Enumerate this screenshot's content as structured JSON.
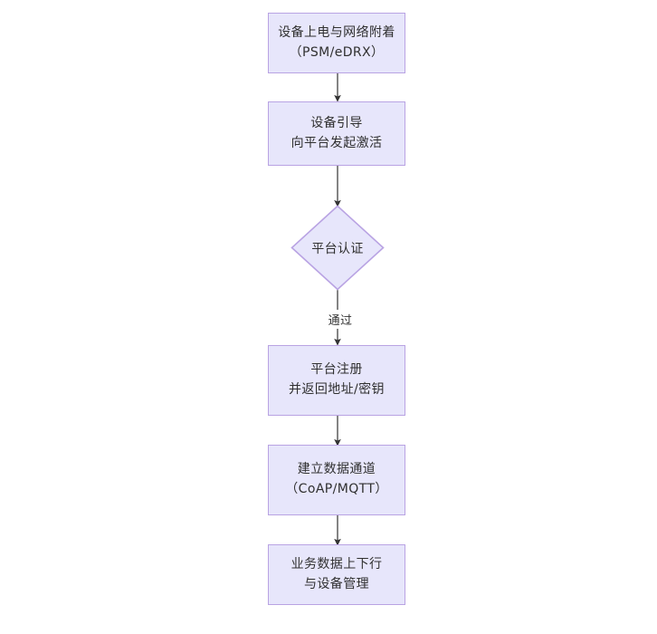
{
  "diagram": {
    "type": "flowchart",
    "orientation": "top-to-bottom",
    "colors": {
      "node_fill": "#e7e6fb",
      "node_border": "#b9a3e3",
      "text": "#303030",
      "edge_line": "#333333",
      "background": "#ffffff"
    },
    "nodes": [
      {
        "id": "n1",
        "shape": "rect",
        "line1": "设备上电与网络附着",
        "line2": "（PSM/eDRX）"
      },
      {
        "id": "n2",
        "shape": "rect",
        "line1": "设备引导",
        "line2": "向平台发起激活"
      },
      {
        "id": "n3",
        "shape": "diamond",
        "line1": "平台认证",
        "line2": ""
      },
      {
        "id": "n4",
        "shape": "rect",
        "line1": "平台注册",
        "line2": "并返回地址/密钥"
      },
      {
        "id": "n5",
        "shape": "rect",
        "line1": "建立数据通道",
        "line2": "（CoAP/MQTT）"
      },
      {
        "id": "n6",
        "shape": "rect",
        "line1": "业务数据上下行",
        "line2": "与设备管理"
      }
    ],
    "edges": [
      {
        "id": "e1",
        "from": "n1",
        "to": "n2",
        "label": ""
      },
      {
        "id": "e2",
        "from": "n2",
        "to": "n3",
        "label": ""
      },
      {
        "id": "e3",
        "from": "n3",
        "to": "n4",
        "label": "通过"
      },
      {
        "id": "e4",
        "from": "n4",
        "to": "n5",
        "label": ""
      },
      {
        "id": "e5",
        "from": "n5",
        "to": "n6",
        "label": ""
      }
    ]
  }
}
